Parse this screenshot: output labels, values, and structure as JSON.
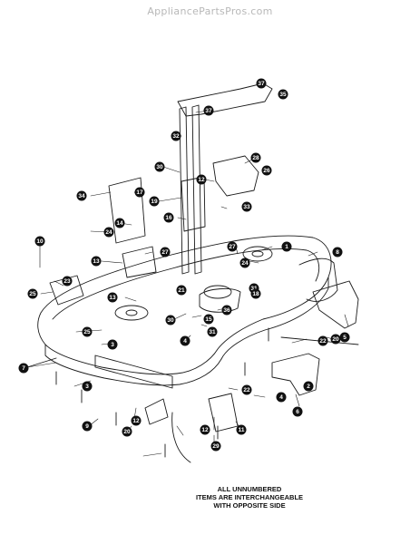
{
  "watermark": "AppliancePartsPros.com",
  "note_lines": [
    "ALL UNNUMBERED",
    "ITEMS ARE INTERCHANGEABLE",
    "WITH OPPOSITE SIDE"
  ],
  "callouts": [
    "37",
    "35",
    "37",
    "32",
    "30",
    "28",
    "26",
    "12",
    "33",
    "34",
    "17",
    "19",
    "16",
    "14",
    "24",
    "10",
    "27",
    "27",
    "1",
    "8",
    "13",
    "24",
    "23",
    "25",
    "13",
    "21",
    "30",
    "31",
    "18",
    "36",
    "15",
    "25",
    "31",
    "3",
    "4",
    "22",
    "20",
    "5",
    "7",
    "3",
    "22",
    "4",
    "2",
    "6",
    "9",
    "12",
    "20",
    "12",
    "11",
    "29"
  ]
}
